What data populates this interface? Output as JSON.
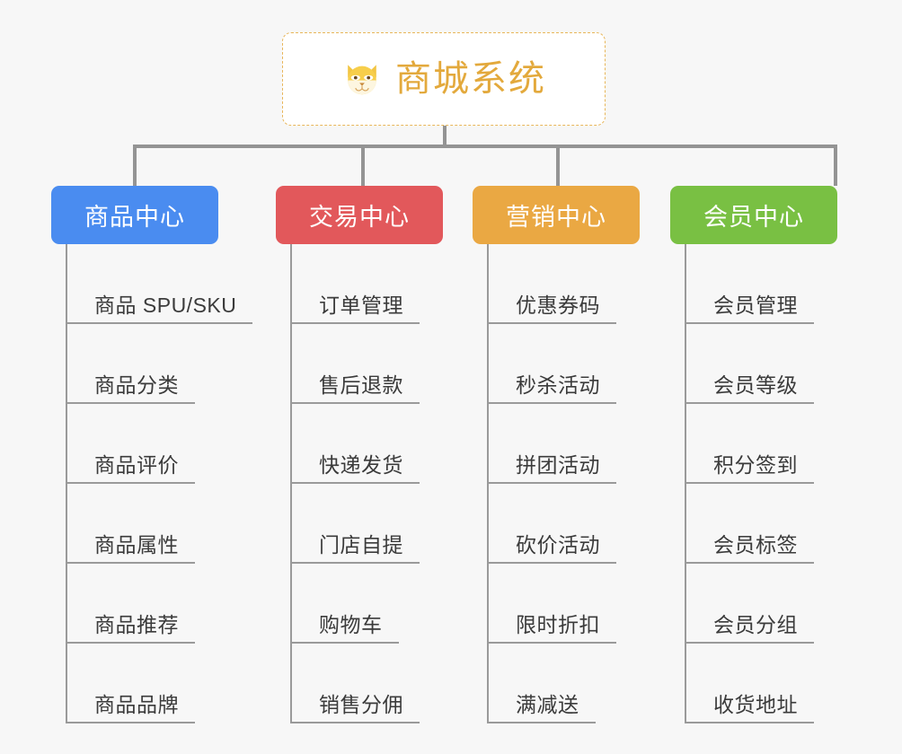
{
  "page": {
    "background_color": "#f7f7f7",
    "type": "mindmap"
  },
  "root": {
    "icon": "shiba-dog-face-emoji",
    "title": "商城系统",
    "title_color": "#e3a93c",
    "border_color": "#e8b65a",
    "fill_color": "#ffffff"
  },
  "connector_color": "#949494",
  "branches": [
    {
      "label": "商品中心",
      "color": "#4a8cf0",
      "items": [
        {
          "label": "商品 SPU/SKU"
        },
        {
          "label": "商品分类"
        },
        {
          "label": "商品评价"
        },
        {
          "label": "商品属性"
        },
        {
          "label": "商品推荐"
        },
        {
          "label": "商品品牌"
        }
      ]
    },
    {
      "label": "交易中心",
      "color": "#e2585b",
      "items": [
        {
          "label": "订单管理"
        },
        {
          "label": "售后退款"
        },
        {
          "label": "快递发货"
        },
        {
          "label": "门店自提"
        },
        {
          "label": "购物车"
        },
        {
          "label": "销售分佣"
        }
      ]
    },
    {
      "label": "营销中心",
      "color": "#eaa843",
      "items": [
        {
          "label": "优惠券码"
        },
        {
          "label": "秒杀活动"
        },
        {
          "label": "拼团活动"
        },
        {
          "label": "砍价活动"
        },
        {
          "label": "限时折扣"
        },
        {
          "label": "满减送"
        }
      ]
    },
    {
      "label": "会员中心",
      "color": "#79c043",
      "items": [
        {
          "label": "会员管理"
        },
        {
          "label": "会员等级"
        },
        {
          "label": "积分签到"
        },
        {
          "label": "会员标签"
        },
        {
          "label": "会员分组"
        },
        {
          "label": "收货地址"
        }
      ]
    }
  ]
}
